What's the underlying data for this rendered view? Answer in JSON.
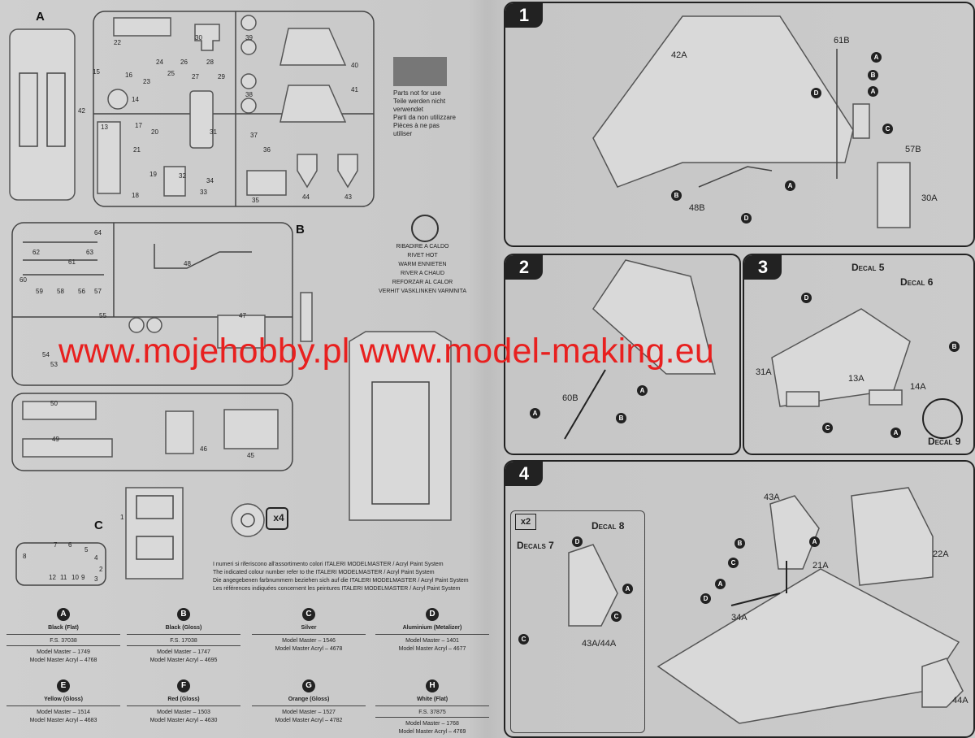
{
  "sprues": {
    "A": {
      "letter": "A",
      "parts": [
        "22",
        "30",
        "39",
        "40",
        "15",
        "16",
        "23",
        "24",
        "25",
        "26",
        "27",
        "28",
        "29",
        "14",
        "42",
        "38",
        "41",
        "13",
        "17",
        "20",
        "31",
        "37",
        "21",
        "19",
        "18",
        "32",
        "34",
        "33",
        "36",
        "35",
        "44",
        "43"
      ]
    },
    "B": {
      "letter": "B",
      "parts": [
        "64",
        "62",
        "63",
        "61",
        "60",
        "59",
        "58",
        "56",
        "57",
        "55",
        "48",
        "47",
        "54",
        "53",
        "50",
        "49",
        "46",
        "45"
      ]
    },
    "C": {
      "letter": "C",
      "parts": [
        "1",
        "7",
        "6",
        "5",
        "4",
        "8",
        "2",
        "3",
        "12",
        "11",
        "10",
        "9"
      ]
    }
  },
  "notes": {
    "not_for_use": [
      "Parts not for use",
      "Teile werden nicht",
      "verwendet",
      "Parti da non utilizzare",
      "Pièces à ne pas",
      "utiliser"
    ],
    "rivet": [
      "RIBADIRE A CALDO",
      "RIVET HOT",
      "WARM ENNIETEN",
      "RIVER A CHAUD",
      "REFORZAR AL CALOR",
      "VERHIT VASKLINKEN VARMNITA"
    ],
    "tyre_qty": "x4",
    "paint_system": [
      "I numeri si riferiscono all'assortimento colori ITALERI MODELMASTER / Acryl Paint System",
      "The indicated colour number refer to the ITALERI MODELMASTER / Acryl Paint System",
      "Die angegebenen farbnummern beziehen sich auf die ITALERI MODELMASTER / Acryl Paint System",
      "Les références indiquées concernent les peintures ITALERI MODELMASTER / Acryl Paint System"
    ]
  },
  "paints": [
    {
      "code": "A",
      "name": "Black (Flat)",
      "fs": "F.S. 37038",
      "mm": "Model Master – 1749",
      "acryl": "Model Master Acryl – 4768"
    },
    {
      "code": "B",
      "name": "Black (Gloss)",
      "fs": "F.S. 17038",
      "mm": "Model Master – 1747",
      "acryl": "Model Master Acryl – 4695"
    },
    {
      "code": "C",
      "name": "Silver",
      "fs": "",
      "mm": "Model Master – 1546",
      "acryl": "Model Master Acryl – 4678"
    },
    {
      "code": "D",
      "name": "Aluminium (Metalizer)",
      "fs": "",
      "mm": "Model Master – 1401",
      "acryl": "Model Master Acryl – 4677"
    },
    {
      "code": "E",
      "name": "Yellow (Gloss)",
      "fs": "",
      "mm": "Model Master – 1514",
      "acryl": "Model Master Acryl – 4683"
    },
    {
      "code": "F",
      "name": "Red (Gloss)",
      "fs": "",
      "mm": "Model Master – 1503",
      "acryl": "Model Master Acryl – 4630"
    },
    {
      "code": "G",
      "name": "Orange (Gloss)",
      "fs": "",
      "mm": "Model Master – 1527",
      "acryl": "Model Master Acryl – 4782"
    },
    {
      "code": "H",
      "name": "White (Flat)",
      "fs": "F.S. 37875",
      "mm": "Model Master – 1768",
      "acryl": "Model Master Acryl – 4769"
    }
  ],
  "steps": {
    "s1": {
      "num": "1",
      "parts": [
        "42A",
        "61B",
        "57B",
        "30A",
        "48B"
      ],
      "callouts": [
        "A",
        "B",
        "A",
        "D",
        "C",
        "A",
        "B",
        "D"
      ]
    },
    "s2": {
      "num": "2",
      "parts": [
        "60B"
      ],
      "callouts": [
        "A",
        "A",
        "B"
      ]
    },
    "s3": {
      "num": "3",
      "decal5": "Decal 5",
      "decal6": "Decal 6",
      "decal9": "Decal 9",
      "parts": [
        "31A",
        "13A",
        "14A"
      ],
      "callouts": [
        "D",
        "B",
        "C",
        "A"
      ]
    },
    "s4": {
      "num": "4",
      "x2": "x2",
      "decal7": "Decals 7",
      "decal8": "Decal 8",
      "seat_label": "43A/44A",
      "parts": [
        "43A",
        "21A",
        "22A",
        "34A",
        "44A"
      ],
      "callouts": [
        "D",
        "A",
        "C",
        "C",
        "B",
        "C",
        "A",
        "D",
        "A"
      ]
    }
  },
  "watermark": "www.mojehobby.pl www.model-making.eu",
  "colors": {
    "watermark": "#e8201f",
    "step_header": "#222222",
    "background": "#c9c9c9"
  }
}
